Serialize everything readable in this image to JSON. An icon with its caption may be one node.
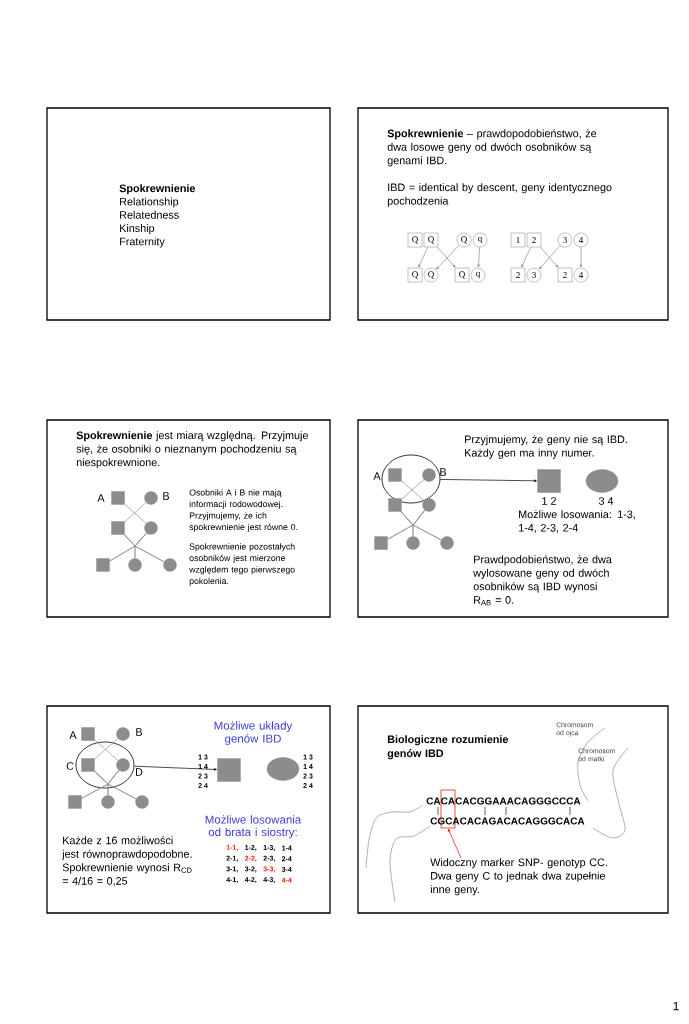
{
  "diagram": {
    "nodes": [
      {
        "text": [
          "Spokrewnienie",
          "Relationship",
          "Relatedness",
          "Kinship",
          "Fraternity"
        ]
      },
      {
        "text": [
          "**Spokrewnienie** – prawdopodobieństwo, że dwa losowe geny od dwóch osobników są genami IBD.",
          "IBD = identical by descent, geny identycznego pochodzenia"
        ]
      },
      {
        "text": [
          "Q"
        ],
        "in": 1
      },
      {
        "text": [
          "Q"
        ],
        "in": 1
      },
      {
        "text": [
          "Q"
        ],
        "in": 1
      },
      {
        "text": [
          "q"
        ],
        "in": 1
      },
      {
        "text": [
          "1"
        ],
        "in": 1
      },
      {
        "text": [
          "2"
        ],
        "in": 1
      },
      {
        "text": [
          "3"
        ],
        "in": 1
      },
      {
        "text": [
          "4"
        ],
        "in": 1
      },
      {
        "text": [
          "Q"
        ],
        "in": 1
      },
      {
        "text": [
          "Q"
        ],
        "in": 1
      },
      {
        "text": [
          "Q"
        ],
        "in": 1
      },
      {
        "text": [
          "q"
        ],
        "in": 1
      },
      {
        "text": [
          "2"
        ],
        "in": 1
      },
      {
        "text": [
          "3"
        ],
        "in": 1
      },
      {
        "text": [
          "2"
        ],
        "in": 1
      },
      {
        "text": [
          "4"
        ],
        "in": 1
      },
      {
        "text": [
          "**Spokrewnienie** jest miarą względną. Przyjmuje się, że osobniki o nieznanym pochodzeniu są niespokrewnione.",
          "Osobniki A i B nie mają informacji rodowodowej. Przyjmujemy, że ich spokrewnienie jest równe 0.",
          "Spokrewnienie pozostałych osobników jest mierzone względem tego pierwszego pokolenia."
        ]
      },
      {
        "text": [],
        "shape": "box",
        "in": 18,
        "beside": [
          "A"
        ]
      },
      {
        "text": [],
        "shape": "circle",
        "in": 18,
        "beside": [
          "B"
        ]
      },
      {
        "text": [],
        "shape": "box",
        "in": 18
      },
      {
        "text": [],
        "shape": "circle",
        "in": 18
      },
      {
        "text": [],
        "shape": "box",
        "in": 18
      },
      {
        "text": [],
        "shape": "circle",
        "in": 18
      },
      {
        "text": [],
        "shape": "circle",
        "in": 18
      },
      {
        "text": [
          "Przyjmujemy, że geny nie są IBD. Każdy gen ma inny numer.",
          "Możliwe losowania: 1-3, 1-4, 2-3, 2-4",
          "Prawdpodobieństwo, że dwa wylosowane geny od dwóch osobników są IBD wynosi R$_{AB}$ = 0."
        ]
      },
      {
        "text": [],
        "shape": "circle",
        "in": 26
      },
      {
        "text": [],
        "shape": "box",
        "in": 27,
        "beside": [
          "A"
        ]
      },
      {
        "text": [],
        "shape": "circle",
        "in": 27,
        "beside": [
          "B"
        ]
      },
      {
        "text": [],
        "shape": "box",
        "in": 26
      },
      {
        "text": [],
        "shape": "circle",
        "in": 26
      },
      {
        "text": [],
        "shape": "box",
        "in": 26
      },
      {
        "text": [],
        "shape": "circle",
        "in": 26
      },
      {
        "text": [],
        "shape": "circle",
        "in": 26
      },
      {
        "text": [],
        "shape": "box",
        "in": 26,
        "beside": [
          "1 2"
        ]
      },
      {
        "text": [],
        "shape": "circle",
        "in": 26,
        "beside": [
          "3 4"
        ]
      },
      {
        "text": [
          "Możliwe układy genów IBD",
          "Możliwe losowania od brata i siostry:",
          "Każde z 16 możliwości jest równoprawdopodobne. Spokrewnienie wynosi R$_{CD}$ = 4/16 = 0,25"
        ]
      },
      {
        "text": [],
        "shape": "box",
        "in": 37,
        "beside": [
          "A"
        ]
      },
      {
        "text": [],
        "shape": "circle",
        "in": 37,
        "beside": [
          "B"
        ]
      },
      {
        "text": [],
        "shape": "circle",
        "in": 37
      },
      {
        "text": [],
        "shape": "box",
        "in": 40,
        "beside": [
          "C"
        ]
      },
      {
        "text": [],
        "shape": "circle",
        "in": 40,
        "beside": [
          "D"
        ]
      },
      {
        "text": [],
        "shape": "box",
        "in": 37
      },
      {
        "text": [],
        "shape": "circle",
        "in": 37
      },
      {
        "text": [],
        "shape": "circle",
        "in": 37
      },
      {
        "text": [],
        "shape": "box",
        "in": 37,
        "beside": [
          "1 3",
          "1 4",
          "2 3",
          "2 4"
        ]
      },
      {
        "text": [],
        "shape": "circle",
        "in": 37,
        "beside": [
          "1 3",
          "1 4",
          "2 3",
          "2 4"
        ]
      },
      {
        "text": [
          "Biologiczne rozumienie genów IBD"
        ]
      },
      {
        "text": [],
        "shape": "box",
        "in": 48
      },
      {
        "text": [
          "Widoczny marker SNP- genotyp CC. Dwa geny C to jednak dwa zupełnie inne geny."
        ],
        "in": 48
      }
    ],
    "edges": [
      {
        "from": 3,
        "to": 10,
        "arrow": "to"
      },
      {
        "from": 3,
        "to": 12,
        "arrow": "to"
      },
      {
        "from": 4,
        "to": 11,
        "arrow": "to"
      },
      {
        "from": 5,
        "to": 13,
        "arrow": "to"
      },
      {
        "from": 7,
        "to": 14,
        "arrow": "to"
      },
      {
        "from": 7,
        "to": 16,
        "arrow": "to"
      },
      {
        "from": 8,
        "to": 15,
        "arrow": "to"
      },
      {
        "from": 9,
        "to": 17,
        "arrow": "to"
      },
      {
        "from": 19,
        "to": 22,
        "arrow": "none"
      },
      {
        "from": 20,
        "to": 21,
        "arrow": "none"
      },
      {
        "from": 21,
        "to": 23,
        "arrow": "none"
      },
      {
        "from": 21,
        "to": 24,
        "arrow": "none"
      },
      {
        "from": 21,
        "to": 25,
        "arrow": "none"
      },
      {
        "from": 22,
        "to": 23,
        "arrow": "none"
      },
      {
        "from": 22,
        "to": 24,
        "arrow": "none"
      },
      {
        "from": 22,
        "to": 25,
        "arrow": "none"
      },
      {
        "from": 28,
        "to": 31,
        "arrow": "none"
      },
      {
        "from": 29,
        "to": 30,
        "arrow": "none"
      },
      {
        "from": 30,
        "to": 32,
        "arrow": "none"
      },
      {
        "from": 30,
        "to": 33,
        "arrow": "none"
      },
      {
        "from": 30,
        "to": 34,
        "arrow": "none"
      },
      {
        "from": 31,
        "to": 32,
        "arrow": "none"
      },
      {
        "from": 31,
        "to": 33,
        "arrow": "none"
      },
      {
        "from": 31,
        "to": 34,
        "arrow": "none"
      },
      {
        "from": 27,
        "to": 35,
        "arrow": "to",
        "color": "#000000"
      },
      {
        "from": 38,
        "to": 42,
        "arrow": "none"
      },
      {
        "from": 39,
        "to": 41,
        "arrow": "none"
      },
      {
        "from": 41,
        "to": 43,
        "arrow": "none"
      },
      {
        "from": 41,
        "to": 44,
        "arrow": "none"
      },
      {
        "from": 41,
        "to": 45,
        "arrow": "none"
      },
      {
        "from": 42,
        "to": 43,
        "arrow": "none"
      },
      {
        "from": 42,
        "to": 44,
        "arrow": "none"
      },
      {
        "from": 42,
        "to": 45,
        "arrow": "none"
      },
      {
        "from": 40,
        "to": 46,
        "arrow": "to",
        "color": "#000000"
      },
      {
        "from": 50,
        "to": 49,
        "arrow": "to",
        "color": "#ff0000"
      }
    ],
    "labels": [
      "1-1,",
      "1-2,",
      "1-3,",
      "1-4",
      "2-1,",
      "2-2,",
      "2-3,",
      "2-4",
      "3-1,",
      "3-2,",
      "3-3,",
      "3-4",
      "4-1,",
      "4-2,",
      "4-3,",
      "4-4",
      "Chromosom od ojca",
      "Chromosom od matki",
      "CACACACGGAAACAGGGCCCA",
      "CGCACACAGACACAGGGCACA",
      "1"
    ]
  }
}
